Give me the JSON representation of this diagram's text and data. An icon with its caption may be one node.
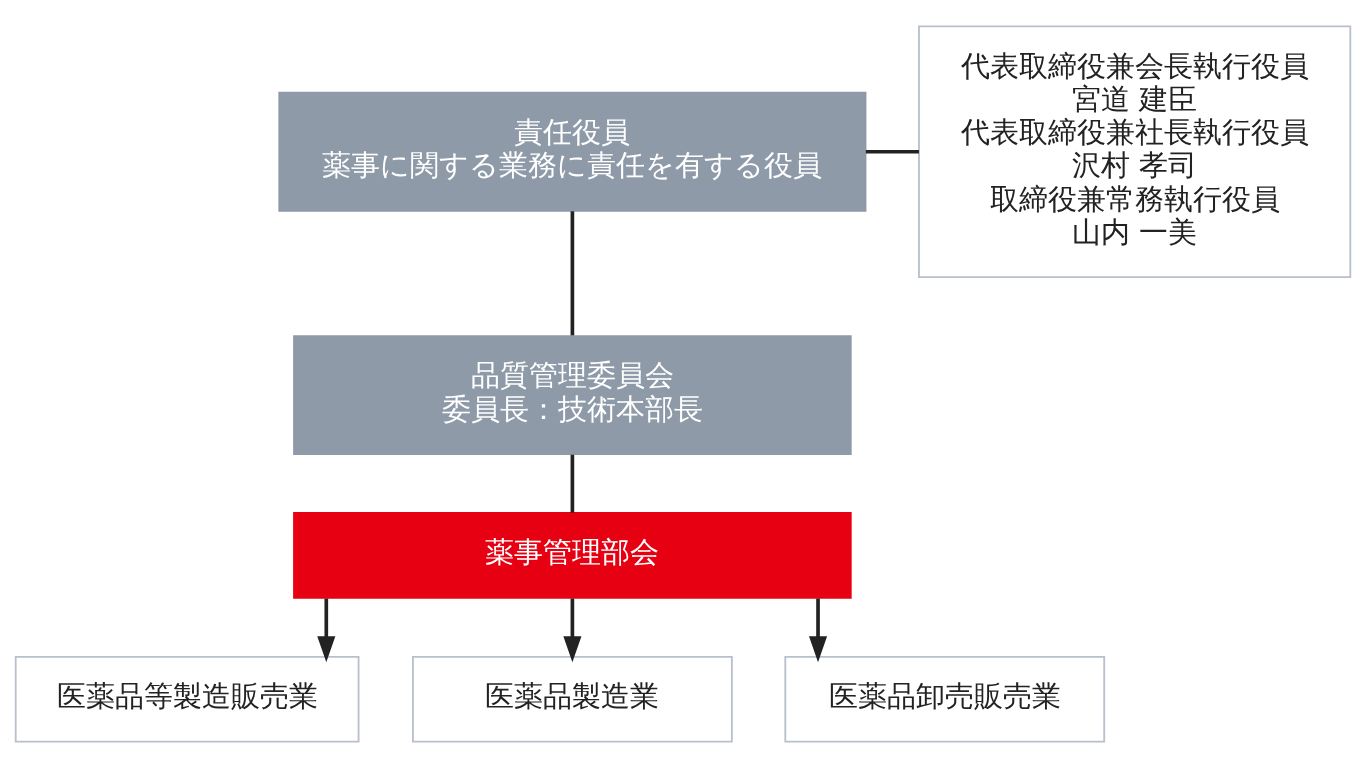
{
  "diagram": {
    "nodes": [
      {
        "text": [
          "責任役員",
          "薬事に関する業務に責任を有する役員"
        ]
      },
      {
        "text": [
          "代表取締役兼会長執行役員",
          "宮道 建臣",
          "代表取締役兼社長執行役員",
          "沢村 孝司",
          "取締役兼常務執行役員",
          "山内 一美"
        ]
      },
      {
        "text": [
          "品質管理委員会",
          "委員長：技術本部長"
        ]
      },
      {
        "text": [
          "薬事管理部会"
        ]
      },
      {
        "text": [
          "医薬品等製造販売業"
        ]
      },
      {
        "text": [
          "医薬品製造業"
        ]
      },
      {
        "text": [
          "医薬品卸売販売業"
        ]
      }
    ],
    "edges": [
      {
        "from": 0,
        "to": 1,
        "arrow": "none"
      },
      {
        "from": 0,
        "to": 2,
        "arrow": "none"
      },
      {
        "from": 2,
        "to": 3,
        "arrow": "none"
      },
      {
        "from": 3,
        "to": 4,
        "arrow": "to"
      },
      {
        "from": 3,
        "to": 5,
        "arrow": "to"
      },
      {
        "from": 3,
        "to": 6,
        "arrow": "to"
      }
    ]
  }
}
